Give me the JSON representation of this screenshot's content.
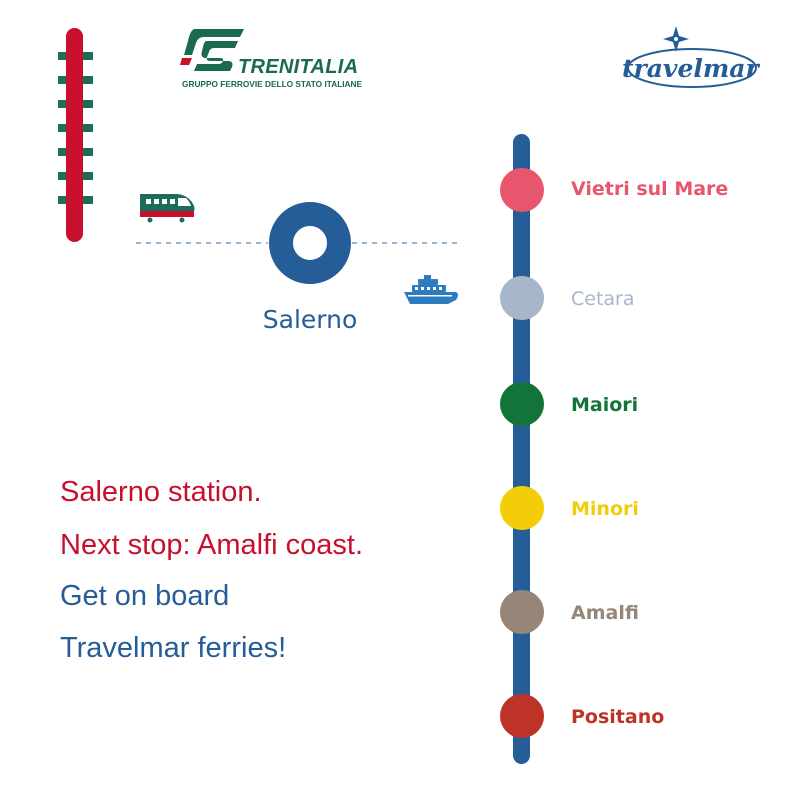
{
  "logos": {
    "trenitalia": {
      "name": "TRENITALIA",
      "subtitle": "GRUPPO FERROVIE DELLO STATO ITALIANE",
      "color": "#1a6a4f",
      "accent": "#c8102e"
    },
    "travelmar": {
      "name": "travelmar",
      "color": "#245d97"
    }
  },
  "icons": {
    "rail_track": "rail-track-icon",
    "train": "train-icon",
    "ferry": "ferry-icon",
    "hub": "station-ring-icon"
  },
  "station": {
    "name": "Salerno",
    "color": "#245d97"
  },
  "message": {
    "line1": "Salerno station.",
    "line2": "Next stop: Amalfi coast.",
    "line3": "Get on board",
    "line4": "Travelmar ferries!"
  },
  "route": {
    "line_color": "#245d97",
    "stops": [
      {
        "name": "Vietri sul Mare",
        "color": "#e8566d"
      },
      {
        "name": "Cetara",
        "color": "#a8b6c9"
      },
      {
        "name": "Maiori",
        "color": "#13743a"
      },
      {
        "name": "Minori",
        "color": "#f3cd08"
      },
      {
        "name": "Amalfi",
        "color": "#958677"
      },
      {
        "name": "Positano",
        "color": "#bd3327"
      }
    ]
  },
  "colors": {
    "red": "#c8102e",
    "blue": "#245d97",
    "teal": "#1c6e5c",
    "dash": "#5f8ab3"
  }
}
